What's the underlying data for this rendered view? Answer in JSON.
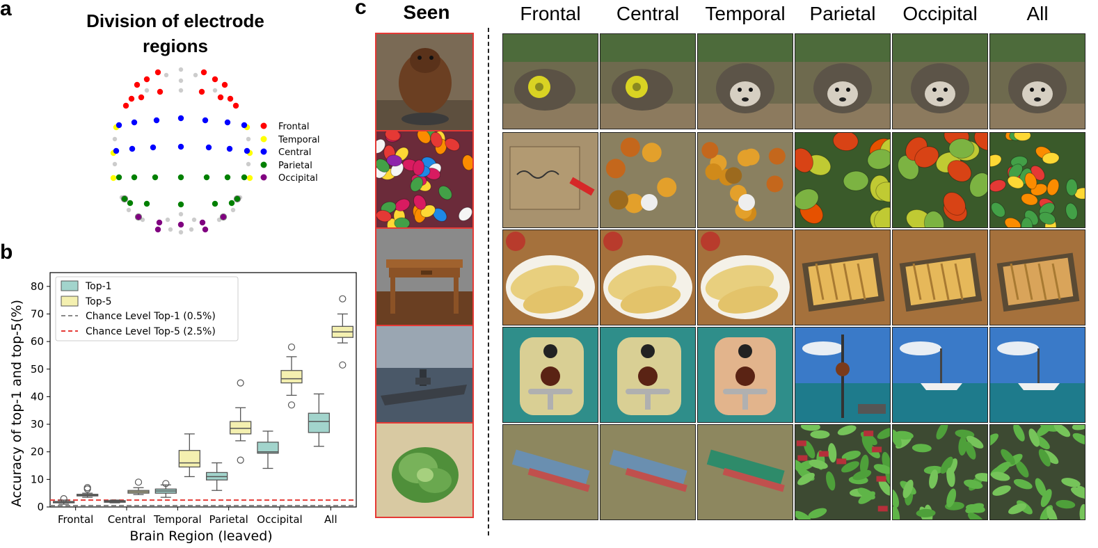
{
  "panel_a": {
    "letter": "a",
    "title": "Division of electrode regions",
    "legend": [
      {
        "label": "Frontal",
        "color": "#ff0000"
      },
      {
        "label": "Temporal",
        "color": "#ffff00"
      },
      {
        "label": "Central",
        "color": "#0000ff"
      },
      {
        "label": "Parietal",
        "color": "#008000"
      },
      {
        "label": "Occipital",
        "color": "#800080"
      }
    ]
  },
  "panel_b": {
    "letter": "b",
    "ylabel": "Accuracy of top-1 and top-5(%)",
    "xlabel": "Brain Region (leaved)",
    "legend": {
      "top1": "Top-1",
      "top5": "Top-5",
      "chance1": "Chance Level Top-1 (0.5%)",
      "chance5": "Chance Level Top-5 (2.5%)"
    },
    "colors": {
      "top1": "#a2d4cc",
      "top5": "#f4f0b0",
      "chance1": "#888888",
      "chance5": "#e53935"
    }
  },
  "chart_data": {
    "type": "box",
    "categories": [
      "Frontal",
      "Central",
      "Temporal",
      "Parietal",
      "Occipital",
      "All"
    ],
    "ylim": [
      0,
      85
    ],
    "yticks": [
      0,
      10,
      20,
      30,
      40,
      50,
      60,
      70,
      80
    ],
    "ylabel": "Accuracy of top-1 and top-5(%)",
    "xlabel": "Brain Region (leaved)",
    "series": [
      {
        "name": "Top-1",
        "boxes": [
          {
            "whislo": 1.0,
            "q1": 1.5,
            "med": 1.7,
            "q3": 2.0,
            "whishi": 2.5,
            "fliers": [
              3.0
            ]
          },
          {
            "whislo": 1.5,
            "q1": 1.7,
            "med": 2.0,
            "q3": 2.3,
            "whishi": 2.5,
            "fliers": []
          },
          {
            "whislo": 3.5,
            "q1": 5.0,
            "med": 5.8,
            "q3": 6.5,
            "whishi": 8.0,
            "fliers": [
              8.5
            ]
          },
          {
            "whislo": 6.0,
            "q1": 9.8,
            "med": 11.0,
            "q3": 12.5,
            "whishi": 16.0,
            "fliers": []
          },
          {
            "whislo": 14.0,
            "q1": 19.5,
            "med": 20.0,
            "q3": 23.5,
            "whishi": 27.5,
            "fliers": []
          },
          {
            "whislo": 22.0,
            "q1": 27.0,
            "med": 31.0,
            "q3": 34.0,
            "whishi": 41.0,
            "fliers": []
          }
        ]
      },
      {
        "name": "Top-5",
        "boxes": [
          {
            "whislo": 3.5,
            "q1": 4.0,
            "med": 4.3,
            "q3": 4.6,
            "whishi": 5.0,
            "fliers": [
              6.5,
              7.0
            ]
          },
          {
            "whislo": 4.5,
            "q1": 5.0,
            "med": 5.5,
            "q3": 6.0,
            "whishi": 7.0,
            "fliers": [
              9.0
            ]
          },
          {
            "whislo": 11.0,
            "q1": 14.5,
            "med": 16.0,
            "q3": 20.5,
            "whishi": 26.5,
            "fliers": []
          },
          {
            "whislo": 24.0,
            "q1": 26.5,
            "med": 28.5,
            "q3": 31.0,
            "whishi": 36.0,
            "fliers": [
              17.0,
              45.0
            ]
          },
          {
            "whislo": 40.5,
            "q1": 45.0,
            "med": 46.5,
            "q3": 49.5,
            "whishi": 54.5,
            "fliers": [
              37.0,
              58.0
            ]
          },
          {
            "whislo": 59.5,
            "q1": 61.5,
            "med": 63.5,
            "q3": 65.5,
            "whishi": 70.0,
            "fliers": [
              51.5,
              75.5
            ]
          }
        ]
      }
    ],
    "hlines": [
      {
        "name": "Chance Level Top-1 (0.5%)",
        "y": 0.5,
        "style": "dashed",
        "color": "#888888"
      },
      {
        "name": "Chance Level Top-5 (2.5%)",
        "y": 2.5,
        "style": "dashed",
        "color": "#e53935"
      }
    ],
    "legend_position": "top-left"
  },
  "panel_c": {
    "letter": "c",
    "seen_title": "Seen",
    "columns": [
      "Frontal",
      "Central",
      "Temporal",
      "Parietal",
      "Occipital",
      "All"
    ],
    "rows": [
      {
        "seen": "beaver"
      },
      {
        "seen": "jelly beans"
      },
      {
        "seen": "wooden table"
      },
      {
        "seen": "aircraft carrier"
      },
      {
        "seen": "lettuce"
      }
    ]
  }
}
